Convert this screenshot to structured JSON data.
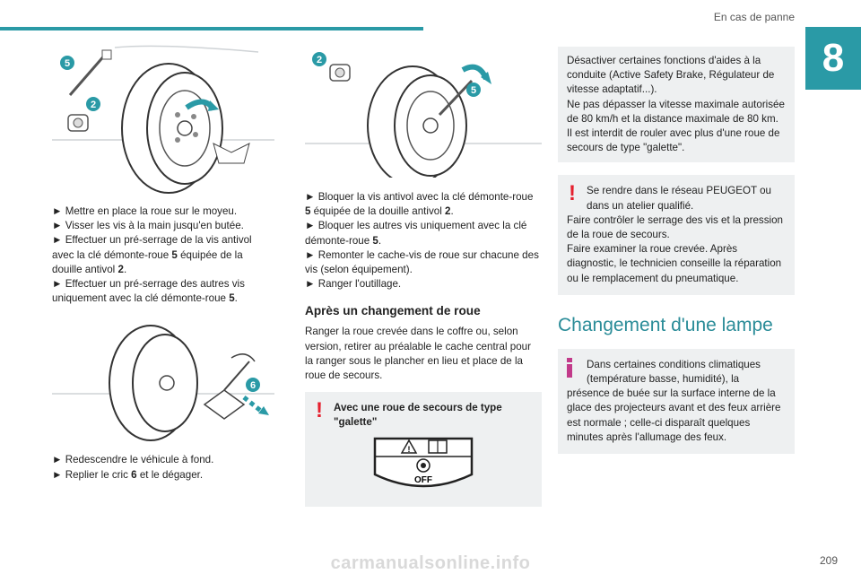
{
  "header": {
    "section_title": "En cas de panne",
    "chapter": "8"
  },
  "col1": {
    "badge_a": "5",
    "badge_b": "2",
    "badge_c": "6",
    "steps1": [
      {
        "text": "► Mettre en place la roue sur le moyeu."
      },
      {
        "text": "► Visser les vis à la main jusqu'en butée."
      },
      {
        "pre": "► Effectuer un pré-serrage de la vis antivol avec la clé démonte-roue ",
        "bold": "5",
        "post": " équipée de la douille antivol ",
        "bold2": "2",
        "post2": "."
      },
      {
        "pre": "► Effectuer un pré-serrage des autres vis uniquement avec la clé démonte-roue ",
        "bold": "5",
        "post": "."
      }
    ],
    "steps2": [
      {
        "text": "► Redescendre le véhicule à fond."
      },
      {
        "pre": "► Replier le cric ",
        "bold": "6",
        "post": " et le dégager."
      }
    ]
  },
  "col2": {
    "badge_a": "2",
    "badge_b": "5",
    "steps": [
      {
        "pre": "► Bloquer la vis antivol avec la clé démonte-roue ",
        "bold": "5",
        "post": " équipée de la douille antivol ",
        "bold2": "2",
        "post2": "."
      },
      {
        "pre": "► Bloquer les autres vis uniquement avec la clé démonte-roue ",
        "bold": "5",
        "post": "."
      },
      {
        "text": "► Remonter le cache-vis de roue sur chacune des vis (selon équipement)."
      },
      {
        "text": "► Ranger l'outillage."
      }
    ],
    "subhead": "Après un changement de roue",
    "para": "Ranger la roue crevée dans le coffre ou, selon version, retirer au préalable le cache central pour la ranger sous le plancher en lieu et place de la roue de secours.",
    "warn_lead": "Avec une roue de secours de type \"galette\"",
    "off_label": "OFF"
  },
  "col3": {
    "box1": "Désactiver certaines fonctions d'aides à la conduite (Active Safety Brake, Régulateur de vitesse adaptatif...).\nNe pas dépasser la vitesse maximale autorisée de 80 km/h et la distance maximale de 80 km.\nIl est interdit de rouler avec plus d'une roue de secours de type \"galette\".",
    "box2_lead": "Se rendre dans le réseau PEUGEOT ou dans un atelier qualifié.",
    "box2_rest": "Faire contrôler le serrage des vis et la pression de la roue de secours.\nFaire examiner la roue crevée. Après diagnostic, le technicien conseille la réparation ou le remplacement du pneumatique.",
    "title": "Changement d'une lampe",
    "info_lead": "Dans certaines conditions climatiques (température basse, humidité), la",
    "info_rest": "présence de buée sur la surface interne de la glace des projecteurs avant et des feux arrière est normale ; celle-ci disparaît quelques minutes après l'allumage des feux."
  },
  "footer": {
    "page": "209",
    "watermark": "carmanualsonline.info"
  },
  "colors": {
    "teal": "#2a9aa6",
    "title_teal": "#2a8c98",
    "warning_red": "#e5202e",
    "info_magenta": "#c23a8a",
    "box_gray": "#eef0f1"
  }
}
